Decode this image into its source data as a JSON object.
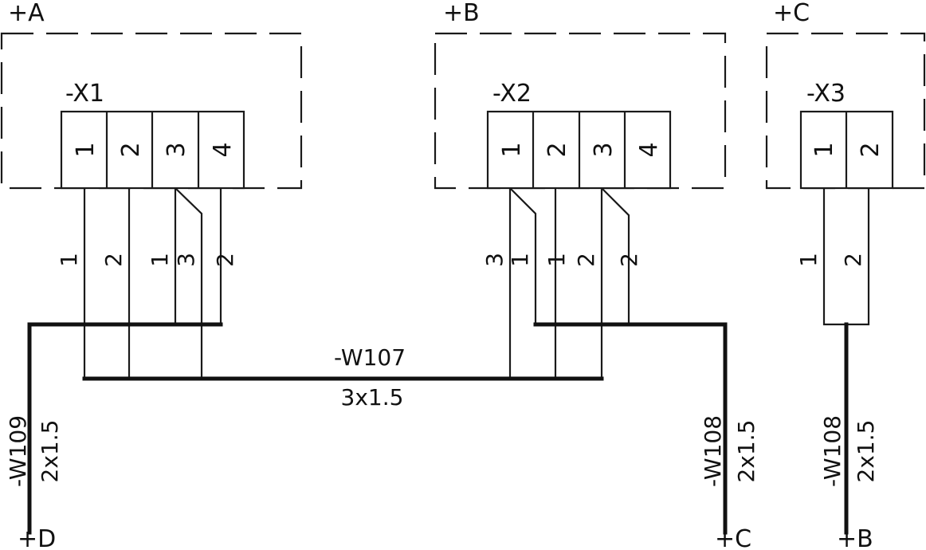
{
  "locations": {
    "a": "+A",
    "b": "+B",
    "c": "+C"
  },
  "terminal_strips": {
    "x1": {
      "label": "-X1",
      "terminals": [
        "1",
        "2",
        "3",
        "4"
      ]
    },
    "x2": {
      "label": "-X2",
      "terminals": [
        "1",
        "2",
        "3",
        "4"
      ]
    },
    "x3": {
      "label": "-X3",
      "terminals": [
        "1",
        "2"
      ]
    }
  },
  "cores": {
    "x1": [
      "1",
      "2",
      "1",
      "3",
      "2"
    ],
    "x2": [
      "3",
      "1",
      "1",
      "2",
      "2"
    ],
    "x3": [
      "1",
      "2"
    ]
  },
  "cables": {
    "w107": {
      "name": "-W107",
      "spec": "3x1.5"
    },
    "w109": {
      "name": "-W109",
      "spec": "2x1.5",
      "dest": "+D"
    },
    "w108_c": {
      "name": "-W108",
      "spec": "2x1.5",
      "dest": "+C"
    },
    "w108_b": {
      "name": "-W108",
      "spec": "2x1.5",
      "dest": "+B"
    }
  }
}
